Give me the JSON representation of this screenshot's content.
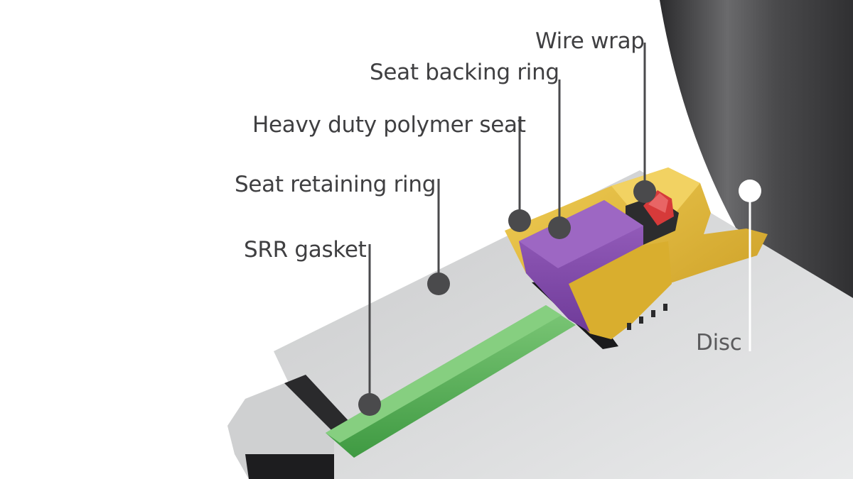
{
  "diagram": {
    "labels": {
      "wire_wrap": "Wire wrap",
      "seat_backing_ring": "Seat backing ring",
      "polymer_seat": "Heavy duty polymer seat",
      "seat_retaining_ring": "Seat retaining ring",
      "srr_gasket": "SRR gasket",
      "disc": "Disc"
    },
    "colors": {
      "callout_dark": "#4a4a4c",
      "callout_light": "#ffffff",
      "retaining_ring": "#d9dadb",
      "polymer_seat": "#8e4fb3",
      "backing_ring": "#e5be3a",
      "wire_wrap": "#d63a3a",
      "gasket": "#5fb35e",
      "disc": "#3e3e40"
    }
  }
}
